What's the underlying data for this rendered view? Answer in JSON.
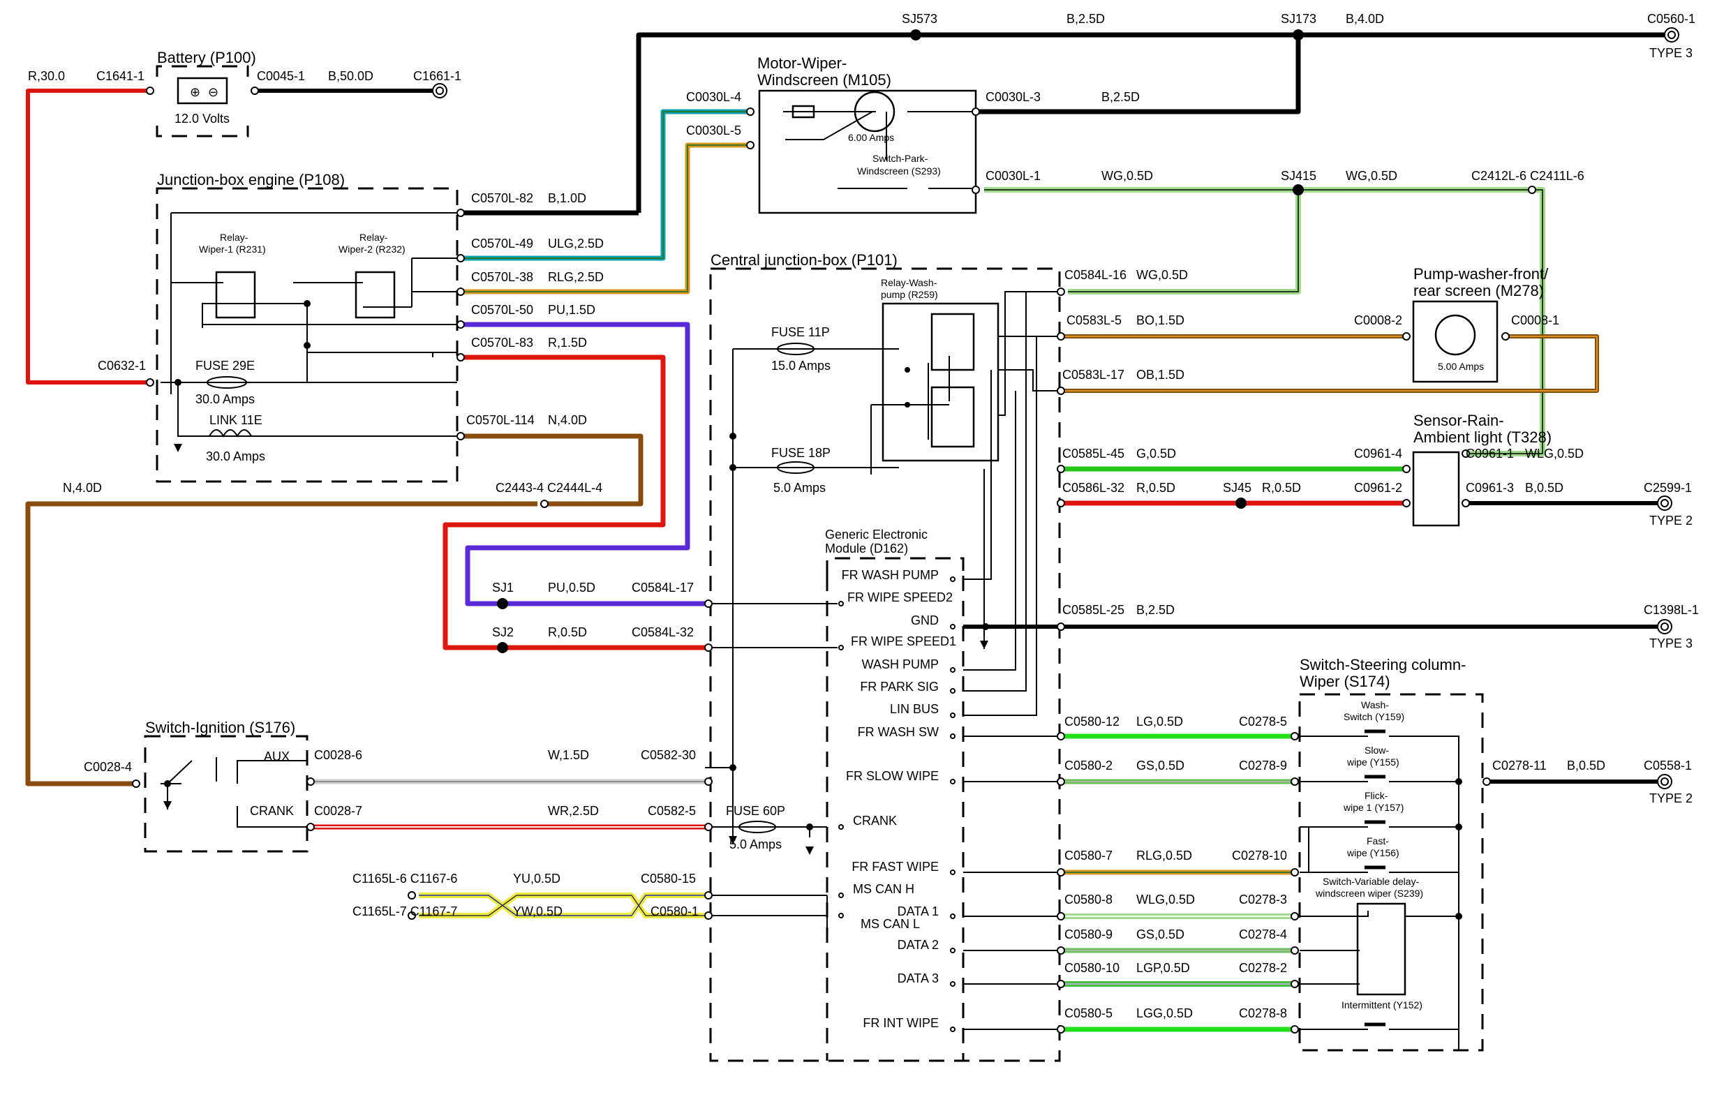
{
  "colors": {
    "red": "#e0140f",
    "black": "#000000",
    "brown": "#8a4b0f",
    "purple": "#5a2ad8",
    "teal": "#0aa0b0",
    "green": "#22c418",
    "lightgreen": "#9edc8a",
    "yellow": "#f0ea40",
    "orange": "#d9951e"
  },
  "components": {
    "battery": {
      "title": "Battery (P100)",
      "volts": "12.0 Volts"
    },
    "jb_engine": {
      "title": "Junction-box engine (P108)",
      "relay1": "Relay-",
      "relay1b": "Wiper-1 (R231)",
      "relay2": "Relay-",
      "relay2b": "Wiper-2 (R232)",
      "fuse": "FUSE 29E",
      "fuse_amps": "30.0 Amps",
      "link": "LINK 11E",
      "link_amps": "30.0 Amps"
    },
    "motor": {
      "title1": "Motor-Wiper-",
      "title2": "Windscreen (M105)",
      "amps": "6.00 Amps",
      "park1": "Switch-Park-",
      "park2": "Windscreen (S293)"
    },
    "cjb": {
      "title": "Central junction-box (P101)",
      "relay1": "Relay-Wash-",
      "relay2": "pump (R259)",
      "fuse11": "FUSE 11P",
      "fuse11_amps": "15.0 Amps",
      "fuse18": "FUSE 18P",
      "fuse18_amps": "5.0 Amps",
      "fuse60": "FUSE 60P",
      "fuse60_amps": "5.0 Amps"
    },
    "gem": {
      "title1": "Generic Electronic",
      "title2": "Module (D162)"
    },
    "pump": {
      "title1": "Pump-washer-front/",
      "title2": "rear screen (M278)",
      "amps": "5.00 Amps"
    },
    "sensor": {
      "title1": "Sensor-Rain-",
      "title2": "Ambient light (T328)"
    },
    "ignition": {
      "title": "Switch-Ignition (S176)",
      "aux": "AUX",
      "crank": "CRANK"
    },
    "steering": {
      "title1": "Switch-Steering column-",
      "title2": "Wiper (S174)",
      "wash1": "Wash-",
      "wash2": "Switch (Y159)",
      "slow1": "Slow-",
      "slow2": "wipe (Y155)",
      "flick1": "Flick-",
      "flick2": "wipe 1 (Y157)",
      "fast1": "Fast-",
      "fast2": "wipe (Y156)",
      "var1": "Switch-Variable delay-",
      "var2": "windscreen wiper (S239)",
      "inter": "Intermittent (Y152)"
    }
  },
  "gem_pins": [
    "FR WASH PUMP",
    "FR WIPE SPEED2",
    "GND",
    "FR WIPE SPEED1",
    "WASH PUMP",
    "FR PARK SIG",
    "LIN BUS",
    "FR WASH SW",
    "FR SLOW WIPE",
    "CRANK",
    "FR FAST WIPE",
    "MS CAN H",
    "MS CAN L",
    "DATA 1",
    "DATA 2",
    "DATA 3",
    "FR INT WIPE"
  ],
  "labels": {
    "sj573": "SJ573",
    "b25d_top": "B,2.5D",
    "sj173": "SJ173",
    "b40d": "B,4.0D",
    "c0560": "C0560-1",
    "type3a": "TYPE 3",
    "r30": "R,30.0",
    "c1641": "C1641-1",
    "c0045": "C0045-1",
    "b50d": "B,50.0D",
    "c1661": "C1661-1",
    "c0030l4": "C0030L-4",
    "c0030l5": "C0030L-5",
    "c0030l3": "C0030L-3",
    "b25d_m": "B,2.5D",
    "c0030l1": "C0030L-1",
    "wg05a": "WG,0.5D",
    "sj415": "SJ415",
    "wg05b": "WG,0.5D",
    "c2412": "C2412L-6 C2411L-6",
    "c0570l82": "C0570L-82",
    "b10d": "B,1.0D",
    "c0570l49": "C0570L-49",
    "ulg25": "ULG,2.5D",
    "c0570l38": "C0570L-38",
    "rlg25": "RLG,2.5D",
    "c0570l50": "C0570L-50",
    "pu15": "PU,1.5D",
    "c0570l83": "C0570L-83",
    "r15": "R,1.5D",
    "c0570l114": "C0570L-114",
    "n40d": "N,4.0D",
    "c0632": "C0632-1",
    "n40d_left": "N,4.0D",
    "c2443": "C2443-4 C2444L-4",
    "c0584l16": "C0584L-16",
    "wg05c": "WG,0.5D",
    "c0583l5": "C0583L-5",
    "bo15": "BO,1.5D",
    "c0008_2": "C0008-2",
    "c0008_1": "C0008-1",
    "c0583l17": "C0583L-17",
    "ob15": "OB,1.5D",
    "c0585l45": "C0585L-45",
    "g05": "G,0.5D",
    "c0961_4": "C0961-4",
    "c0961_1": "C0961-1",
    "wlg05": "WLG,0.5D",
    "c0586l32": "C0586L-32",
    "r05a": "R,0.5D",
    "sj45": "SJ45",
    "r05b": "R,0.5D",
    "c0961_2": "C0961-2",
    "c0961_3": "C0961-3",
    "b05": "B,0.5D",
    "c2599": "C2599-1",
    "type2a": "TYPE 2",
    "sj1": "SJ1",
    "pu05": "PU,0.5D",
    "c0584l17": "C0584L-17",
    "sj2": "SJ2",
    "r05c": "R,0.5D",
    "c0584l32": "C0584L-32",
    "c0585l25": "C0585L-25",
    "b25d_b": "B,2.5D",
    "c1398": "C1398L-1",
    "type3b": "TYPE 3",
    "c0028_4": "C0028-4",
    "c0028_6": "C0028-6",
    "w15": "W,1.5D",
    "c0582_30": "C0582-30",
    "c0028_7": "C0028-7",
    "wr25": "WR,2.5D",
    "c0582_5": "C0582-5",
    "c1165l6": "C1165L-6 C1167-6",
    "yu05": "YU,0.5D",
    "c0580_15": "C0580-15",
    "c1165l7": "C1165L-7 C1167-7",
    "yw05": "YW,0.5D",
    "c0580_1": "C0580-1",
    "c0580_12": "C0580-12",
    "lg05": "LG,0.5D",
    "c0278_5": "C0278-5",
    "c0580_2": "C0580-2",
    "gs05a": "GS,0.5D",
    "c0278_9": "C0278-9",
    "c0278_11": "C0278-11",
    "b05b": "B,0.5D",
    "c0558": "C0558-1",
    "type2b": "TYPE 2",
    "c0580_7": "C0580-7",
    "rlg05": "RLG,0.5D",
    "c0278_10": "C0278-10",
    "c0580_8": "C0580-8",
    "wlg05b": "WLG,0.5D",
    "c0278_3": "C0278-3",
    "c0580_9": "C0580-9",
    "gs05b": "GS,0.5D",
    "c0278_4": "C0278-4",
    "c0580_10": "C0580-10",
    "lgp05": "LGP,0.5D",
    "c0278_2": "C0278-2",
    "c0580_5": "C0580-5",
    "lgg05": "LGG,0.5D",
    "c0278_8": "C0278-8"
  }
}
